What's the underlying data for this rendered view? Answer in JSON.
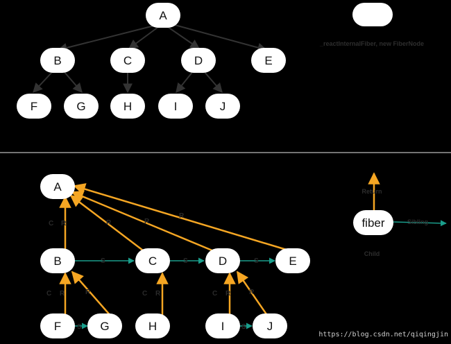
{
  "colors": {
    "background": "#000000",
    "node_fill": "#ffffff",
    "tree_edge": "#333333",
    "return_edge": "#f5a623",
    "sibling_edge": "#1a9e8c",
    "divider": "#9a9a9a"
  },
  "top_diagram": {
    "nodes": [
      "A",
      "B",
      "C",
      "D",
      "E",
      "F",
      "G",
      "H",
      "I",
      "J"
    ],
    "legend_caption": "_reactInternalFiber, new FiberNode"
  },
  "bottom_diagram": {
    "nodes": [
      "A",
      "B",
      "C",
      "D",
      "E",
      "F",
      "G",
      "H",
      "I",
      "J",
      "fiber"
    ],
    "child_label": "C",
    "return_label": "R",
    "sibling_label": "S",
    "legend": {
      "return_text": "Return",
      "sibling_text": "Sibling",
      "child_text": "Child"
    }
  },
  "watermark": "https://blog.csdn.net/qiqingjin"
}
